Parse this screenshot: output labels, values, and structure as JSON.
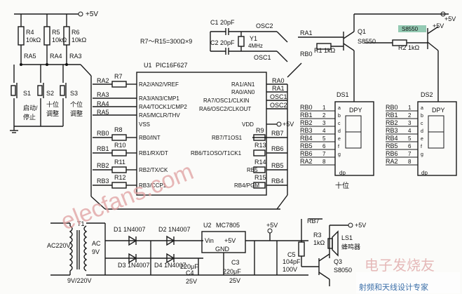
{
  "power": {
    "vcc": "+5V",
    "gnd_label": "",
    "vcc_top": "+5V",
    "vcc_right": "+5V",
    "vcc_reg": "+5V",
    "vcc_buzzer": "+5V"
  },
  "resistors_top": [
    {
      "ref": "R4",
      "value": "10kΩ",
      "net": "RA5"
    },
    {
      "ref": "R5",
      "value": "10kΩ",
      "net": "RA4"
    },
    {
      "ref": "R6",
      "value": "10kΩ",
      "net": "RA3"
    }
  ],
  "resistor_note": "R7～R15=300Ω×9",
  "switches": [
    {
      "ref": "S1",
      "label_1": "启动/",
      "label_2": "停止"
    },
    {
      "ref": "S2",
      "label_1": "十位",
      "label_2": "调整"
    },
    {
      "ref": "S3",
      "label_1": "个位",
      "label_2": "调整"
    }
  ],
  "left_nets": [
    "RA2",
    "RA3",
    "RA4",
    "RA5",
    "RB0",
    "RB1",
    "RB2",
    "RB3"
  ],
  "left_resistors": [
    "R7",
    "R8",
    "R10",
    "R11",
    "R12"
  ],
  "mcu": {
    "ref": "U1",
    "part": "PIC16F627",
    "left_pins": [
      "RA2/AN2/VREF",
      "RA3/AN3/CMP1",
      "RA4/TOCK1/CMP2",
      "RA5/MCLR/THV",
      "VSS",
      "RB0/INT",
      "RB1/RX/DT",
      "RB2/TX/CK",
      "RB3/CCP1"
    ],
    "right_pins": [
      "RA1/AN1",
      "RA0/AN0",
      "RA7/OSC1/CLKIN",
      "RA6/OSC2/CLKOUT",
      "VDD",
      "RB7/T1OS1",
      "RB6/T1OSO/T1CK1",
      "RB5",
      "RB4/PGM"
    ],
    "right_nets": [
      "RA0",
      "RA1",
      "OSC1",
      "OSC2",
      "+5V",
      "RB7",
      "RB6",
      "RB5",
      "RB4"
    ],
    "right_resistors": [
      "R9",
      "R13",
      "R14",
      "R15"
    ]
  },
  "crystal": {
    "c1": "C1  20pF",
    "c2": "C2  20pF",
    "y1": "Y1",
    "freq": "4MHz",
    "osc1": "OSC1",
    "osc2": "OSC2"
  },
  "drivers": {
    "ra1": "RA1",
    "rb0": "RB0",
    "r1": "R1  1kΩ",
    "q1": "Q1",
    "q1_part": "S8550",
    "r2": "R2  1kΩ",
    "q2": "S8550"
  },
  "displays": [
    {
      "ref": "DS1",
      "title": "DPY",
      "caption": "十位"
    },
    {
      "ref": "DS2",
      "title": "DPY",
      "caption": ""
    }
  ],
  "display_pins": [
    "RB0",
    "RB1",
    "RB2",
    "RB3",
    "RB4",
    "RB5",
    "RB6",
    "RA2"
  ],
  "display_pin_numbers": [
    "1",
    "2",
    "3",
    "4",
    "5",
    "6",
    "7",
    "8"
  ],
  "segments": [
    "a",
    "b",
    "c",
    "d",
    "e",
    "f",
    "g",
    "dp"
  ],
  "power_supply": {
    "t1": "T1",
    "ac_in": "AC220V",
    "ac_out_1": "AC",
    "ac_out_2": "9V",
    "ratio": "9V/220V",
    "diodes": [
      "D1  1N4007",
      "D2  1N4007",
      "D3  1N4007",
      "D4  1N4007"
    ],
    "u2": "U2",
    "reg": "MC7805",
    "vin": "Vin",
    "out": "+5V",
    "gnd": "GND",
    "c4": "C4",
    "c4v": "220μF",
    "c4r": "25V",
    "c3": "C3",
    "c3v": "220μF",
    "c3r": "25V",
    "c5": "C5",
    "c5v": "104pF",
    "c5r": "100V"
  },
  "buzzer": {
    "net": "RB7",
    "r3": "R3",
    "r3v": "1kΩ",
    "ls1": "LS1",
    "ls1_name": "蜂鸣器",
    "q3": "Q3",
    "q3_part": "S8050"
  },
  "watermarks": [
    "elecfans.com",
    "电子发烧友",
    "射频和天线设计专家"
  ]
}
